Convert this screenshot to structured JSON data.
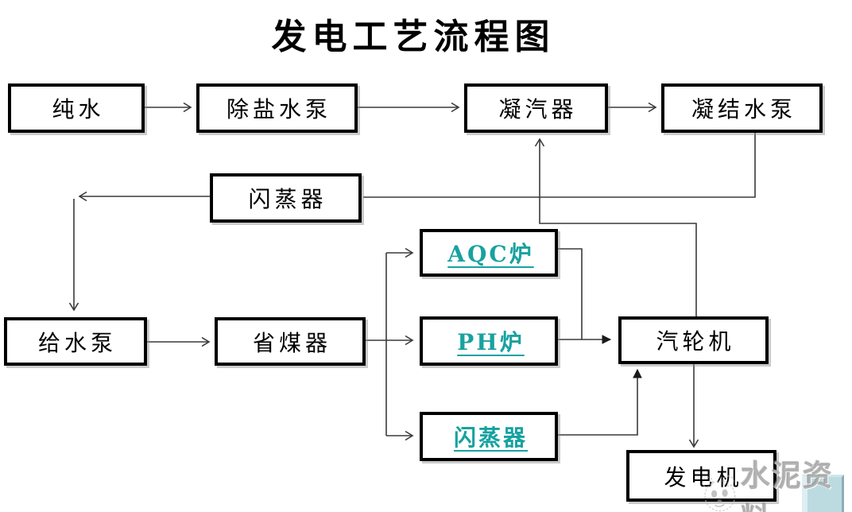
{
  "title": "发电工艺流程图",
  "nodes": [
    {
      "id": "pure-water",
      "label": "纯水",
      "style": "black"
    },
    {
      "id": "desalting-water-pump",
      "label": "除盐水泵",
      "style": "black"
    },
    {
      "id": "condenser",
      "label": "凝汽器",
      "style": "black"
    },
    {
      "id": "condensate-pump",
      "label": "凝结水泵",
      "style": "black"
    },
    {
      "id": "flash-evaporator-top",
      "label": "闪蒸器",
      "style": "black"
    },
    {
      "id": "aqc-boiler",
      "label": "AQC炉",
      "style": "teal-link"
    },
    {
      "id": "ph-boiler",
      "label": "PH炉",
      "style": "teal-link"
    },
    {
      "id": "flash-evaporator-bottom",
      "label": "闪蒸器",
      "style": "teal-link"
    },
    {
      "id": "feedwater-pump",
      "label": "给水泵",
      "style": "black"
    },
    {
      "id": "economizer",
      "label": "省煤器",
      "style": "black"
    },
    {
      "id": "steam-turbine",
      "label": "汽轮机",
      "style": "black"
    },
    {
      "id": "generator",
      "label": "发电机",
      "style": "black"
    }
  ],
  "edges": [
    {
      "from": "pure-water",
      "to": "desalting-water-pump"
    },
    {
      "from": "desalting-water-pump",
      "to": "condenser"
    },
    {
      "from": "condenser",
      "to": "condensate-pump"
    },
    {
      "from": "condensate-pump",
      "to": "flash-evaporator-top"
    },
    {
      "from": "flash-evaporator-top",
      "to": "feedwater-pump"
    },
    {
      "from": "feedwater-pump",
      "to": "economizer"
    },
    {
      "from": "economizer",
      "to": "aqc-boiler"
    },
    {
      "from": "economizer",
      "to": "ph-boiler"
    },
    {
      "from": "economizer",
      "to": "flash-evaporator-bottom"
    },
    {
      "from": "aqc-boiler",
      "to": "steam-turbine"
    },
    {
      "from": "ph-boiler",
      "to": "steam-turbine"
    },
    {
      "from": "flash-evaporator-bottom",
      "to": "steam-turbine"
    },
    {
      "from": "steam-turbine",
      "to": "condenser"
    },
    {
      "from": "steam-turbine",
      "to": "generator"
    }
  ],
  "watermark": {
    "text": "水泥资料",
    "icon": "panda-face-icon"
  },
  "colors": {
    "node_border": "#000000",
    "teal_link": "#17a2a0",
    "connector_line": "#3a3a3a",
    "corner_slab": "#bcdbe1"
  }
}
